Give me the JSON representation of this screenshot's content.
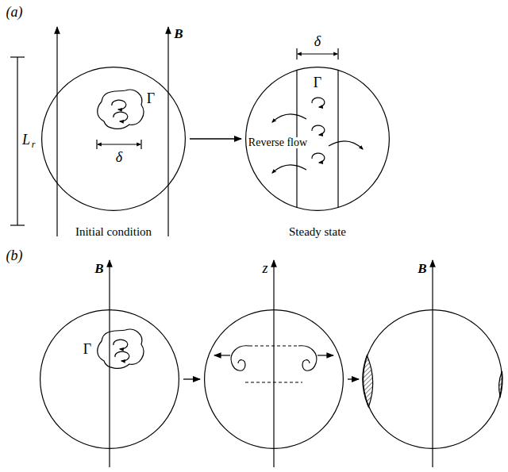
{
  "diagram": {
    "nodes": [
      {
        "text": [
          "B",
          "Γ",
          "δ",
          "Initial condition"
        ]
      },
      {
        "text": [
          "δ",
          "Γ",
          "Reverse flow",
          "Steady state"
        ]
      },
      {
        "text": [
          "B",
          "Γ"
        ]
      },
      {
        "text": [
          "z"
        ]
      },
      {
        "text": [
          "B"
        ]
      }
    ],
    "edges": [
      {
        "from": 0,
        "to": 1,
        "arrow": "to"
      },
      {
        "from": 2,
        "to": 3,
        "arrow": "to"
      },
      {
        "from": 3,
        "to": 4,
        "arrow": "to"
      }
    ],
    "labels": [
      "(a)",
      "L",
      "r",
      "(b)"
    ]
  }
}
